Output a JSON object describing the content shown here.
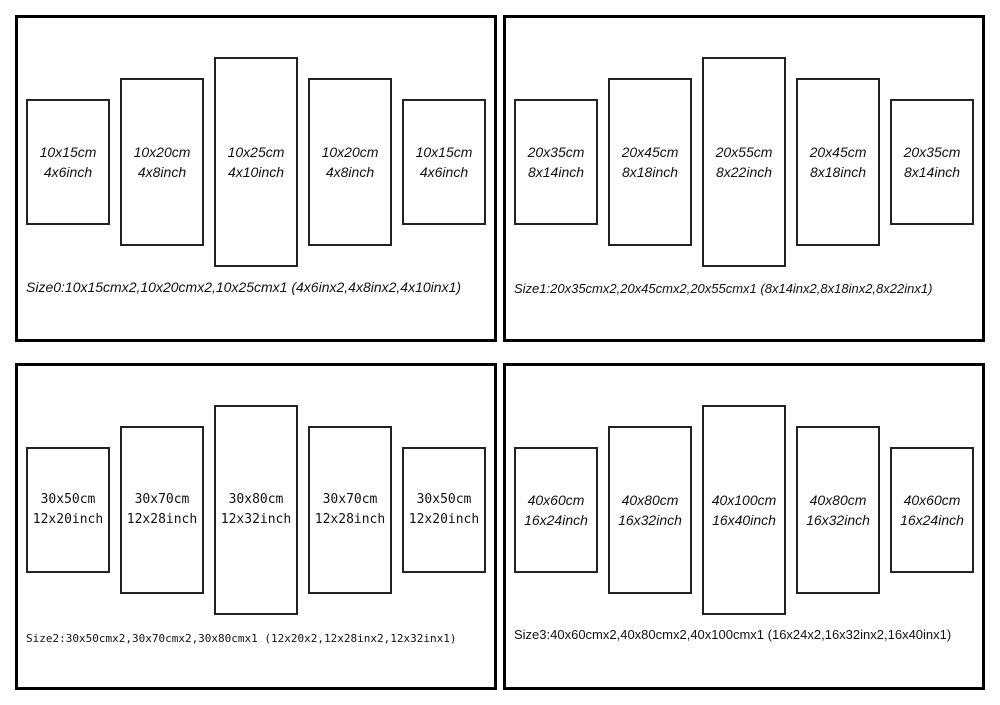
{
  "sizes": [
    {
      "panels": [
        {
          "cm": "10x15cm",
          "inch": "4x6inch"
        },
        {
          "cm": "10x20cm",
          "inch": "4x8inch"
        },
        {
          "cm": "10x25cm",
          "inch": "4x10inch"
        },
        {
          "cm": "10x20cm",
          "inch": "4x8inch"
        },
        {
          "cm": "10x15cm",
          "inch": "4x6inch"
        }
      ],
      "caption": "Size0:10x15cmx2,10x20cmx2,10x25cmx1 (4x6inx2,4x8inx2,4x10inx1)"
    },
    {
      "panels": [
        {
          "cm": "20x35cm",
          "inch": "8x14inch"
        },
        {
          "cm": "20x45cm",
          "inch": "8x18inch"
        },
        {
          "cm": "20x55cm",
          "inch": "8x22inch"
        },
        {
          "cm": "20x45cm",
          "inch": "8x18inch"
        },
        {
          "cm": "20x35cm",
          "inch": "8x14inch"
        }
      ],
      "caption": "Size1:20x35cmx2,20x45cmx2,20x55cmx1 (8x14inx2,8x18inx2,8x22inx1)"
    },
    {
      "panels": [
        {
          "cm": "30x50cm",
          "inch": "12x20inch"
        },
        {
          "cm": "30x70cm",
          "inch": "12x28inch"
        },
        {
          "cm": "30x80cm",
          "inch": "12x32inch"
        },
        {
          "cm": "30x70cm",
          "inch": "12x28inch"
        },
        {
          "cm": "30x50cm",
          "inch": "12x20inch"
        }
      ],
      "caption": "Size2:30x50cmx2,30x70cmx2,30x80cmx1 (12x20x2,12x28inx2,12x32inx1)"
    },
    {
      "panels": [
        {
          "cm": "40x60cm",
          "inch": "16x24inch"
        },
        {
          "cm": "40x80cm",
          "inch": "16x32inch"
        },
        {
          "cm": "40x100cm",
          "inch": "16x40inch"
        },
        {
          "cm": "40x80cm",
          "inch": "16x32inch"
        },
        {
          "cm": "40x60cm",
          "inch": "16x24inch"
        }
      ],
      "caption": "Size3:40x60cmx2,40x80cmx2,40x100cmx1 (16x24x2,16x32inx2,16x40inx1)"
    }
  ]
}
